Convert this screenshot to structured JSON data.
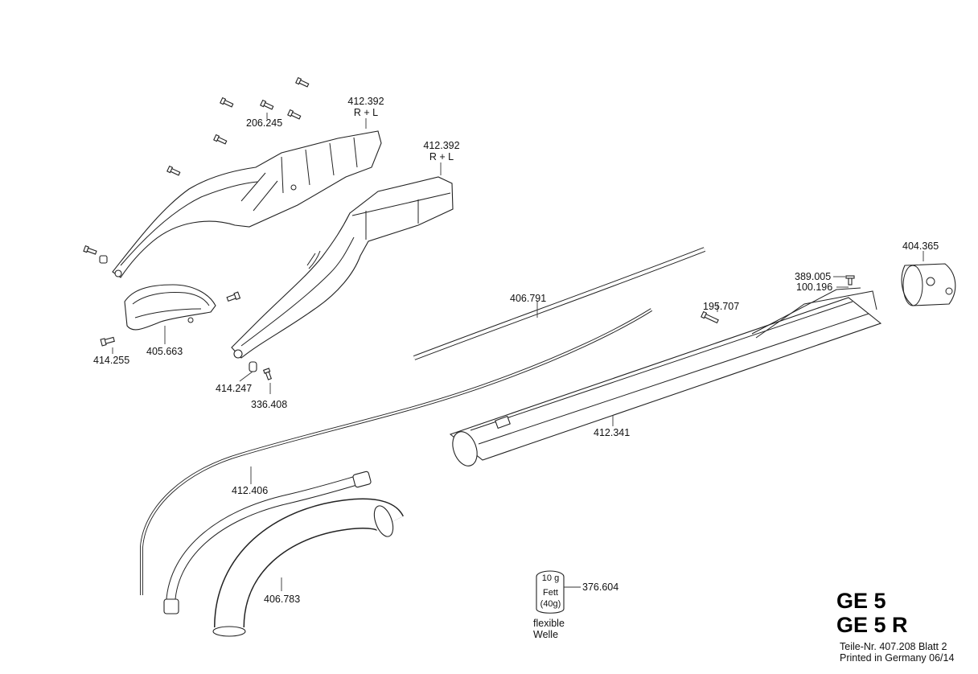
{
  "labels": {
    "screws_top": "206.245",
    "housing_left_num": "412.392",
    "housing_left_side": "R + L",
    "housing_right_num": "412.392",
    "housing_right_side": "R + L",
    "handle_clip": "405.663",
    "screw_left": "414.255",
    "sleeve": "414.247",
    "screw_small": "336.408",
    "shaft_rod": "406.791",
    "pin": "195.707",
    "clip_ring": "404.365",
    "screw_a": "389.005",
    "screw_b": "100.196",
    "tube": "412.341",
    "cable": "412.406",
    "hose": "406.783",
    "grease_qty": "10 g",
    "grease_name": "Fett",
    "grease_amount": "(40g)",
    "grease_num": "376.604",
    "grease_note_1": "flexible",
    "grease_note_2": "Welle"
  },
  "title": {
    "line1": "GE 5",
    "line2": "GE 5 R"
  },
  "footer": {
    "part_no": "Teile-Nr. 407.208  Blatt 2",
    "printed": "Printed in Germany 06/14"
  }
}
